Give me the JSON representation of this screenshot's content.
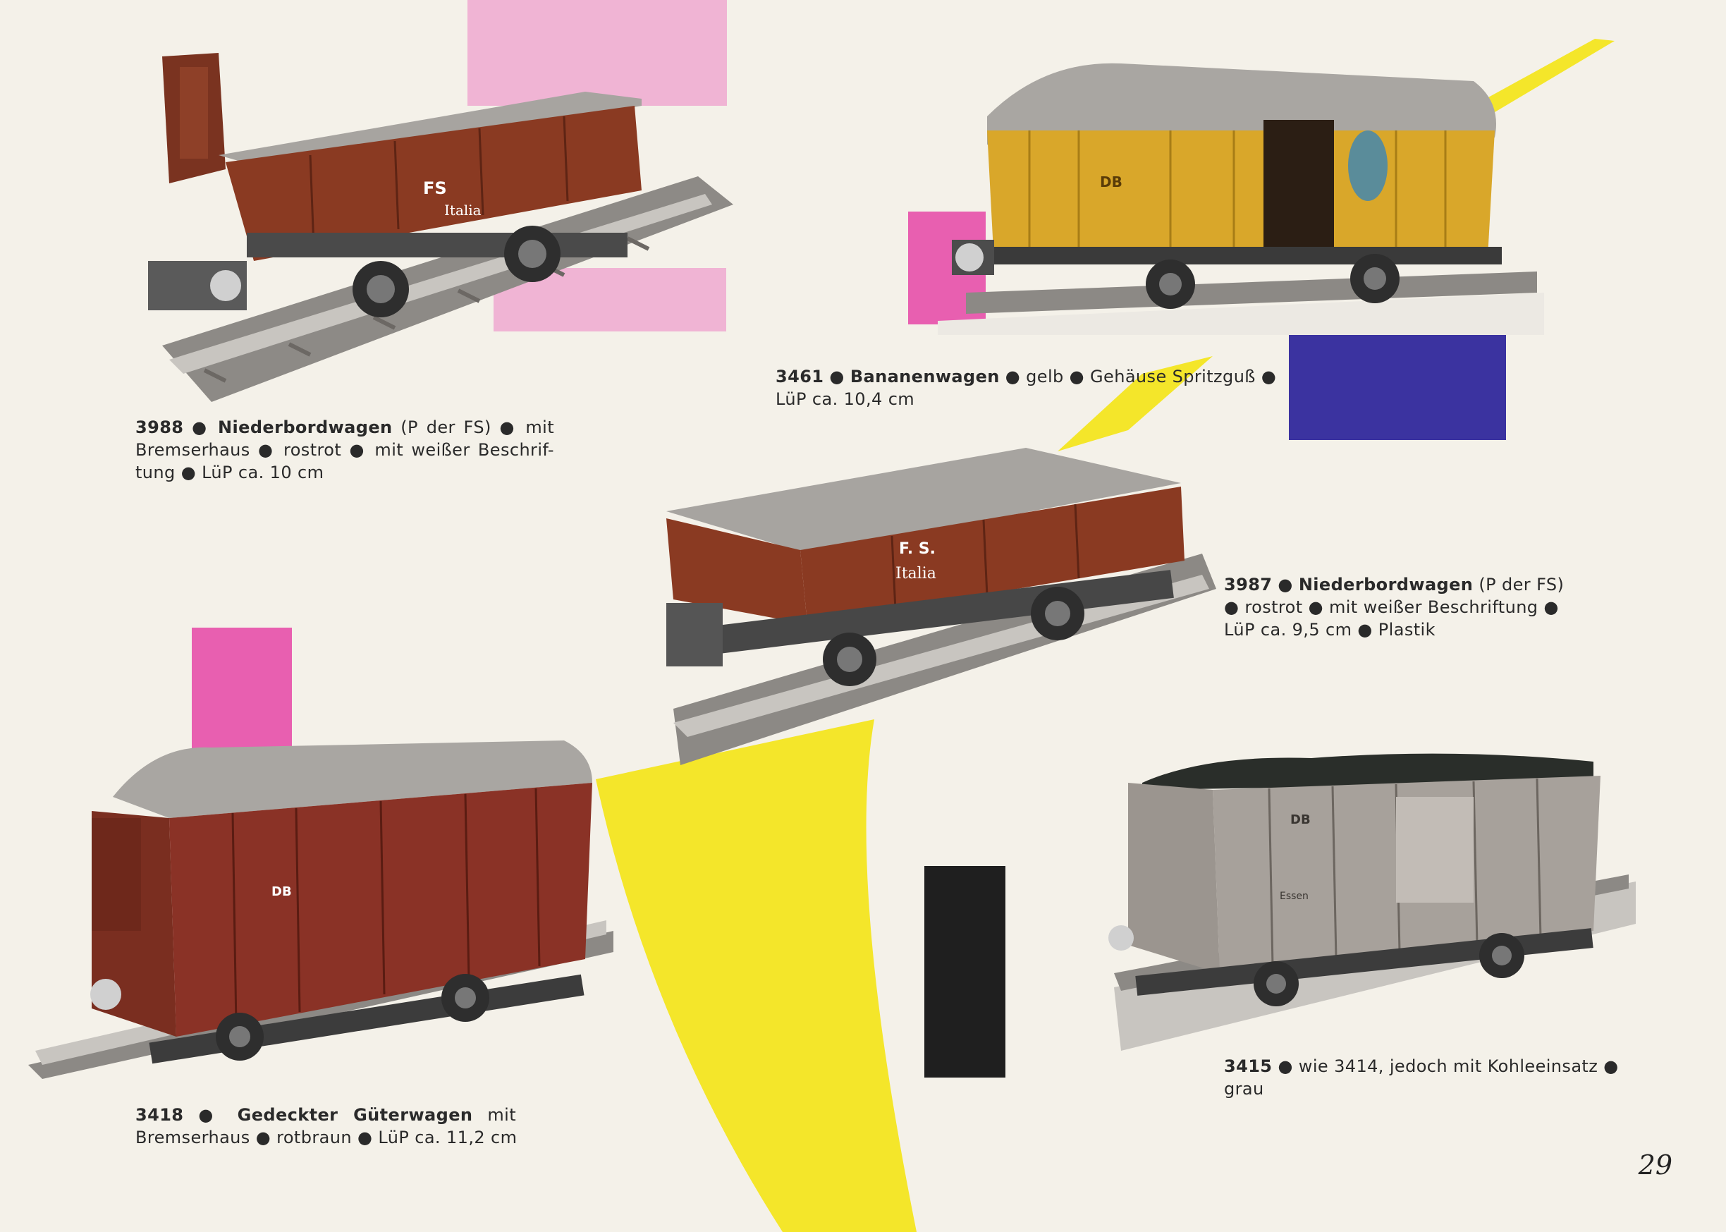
{
  "page_number": "29",
  "colors": {
    "paper": "#f4f1e9",
    "pink": "#f0b4d4",
    "magenta": "#e85fb0",
    "yellow": "#f4e62a",
    "blue": "#3b33a0",
    "black": "#1f1f1f",
    "rust": "#8a3a22",
    "ochre": "#d9a72a",
    "grey": "#a7a19b"
  },
  "items": [
    {
      "number": "3988",
      "name": "Niederbordwagen",
      "line1_rest": "(P der FS) ● mit",
      "line2": "Bremserhaus ● rostrot ● mit weißer Beschrif-",
      "line3": "tung ● LüP ca. 10 cm",
      "car_marking_1": "FS",
      "car_marking_2": "Italia"
    },
    {
      "number": "3461",
      "name": "Bananenwagen",
      "line1_rest": "● gelb ● Gehäuse Spritzguß ●",
      "line2": "LüP ca. 10,4 cm",
      "car_marking_1": "DB"
    },
    {
      "number": "3987",
      "name": "Niederbordwagen",
      "line1_rest": "(P der FS)",
      "line2": "● rostrot ● mit weißer Beschriftung ●",
      "line3": "LüP ca. 9,5 cm ● Plastik",
      "car_marking_1": "F. S.",
      "car_marking_2": "Italia"
    },
    {
      "number": "3418",
      "name": "Gedeckter Güterwagen",
      "line1_rest": "mit",
      "line2": "Bremserhaus ● rotbraun ● LüP ca. 11,2 cm",
      "car_marking_1": "DB"
    },
    {
      "number": "3415",
      "line1_rest": "● wie 3414, jedoch mit Kohleeinsatz ●",
      "line2": "grau",
      "car_marking_1": "DB",
      "car_marking_2": "Essen"
    }
  ]
}
